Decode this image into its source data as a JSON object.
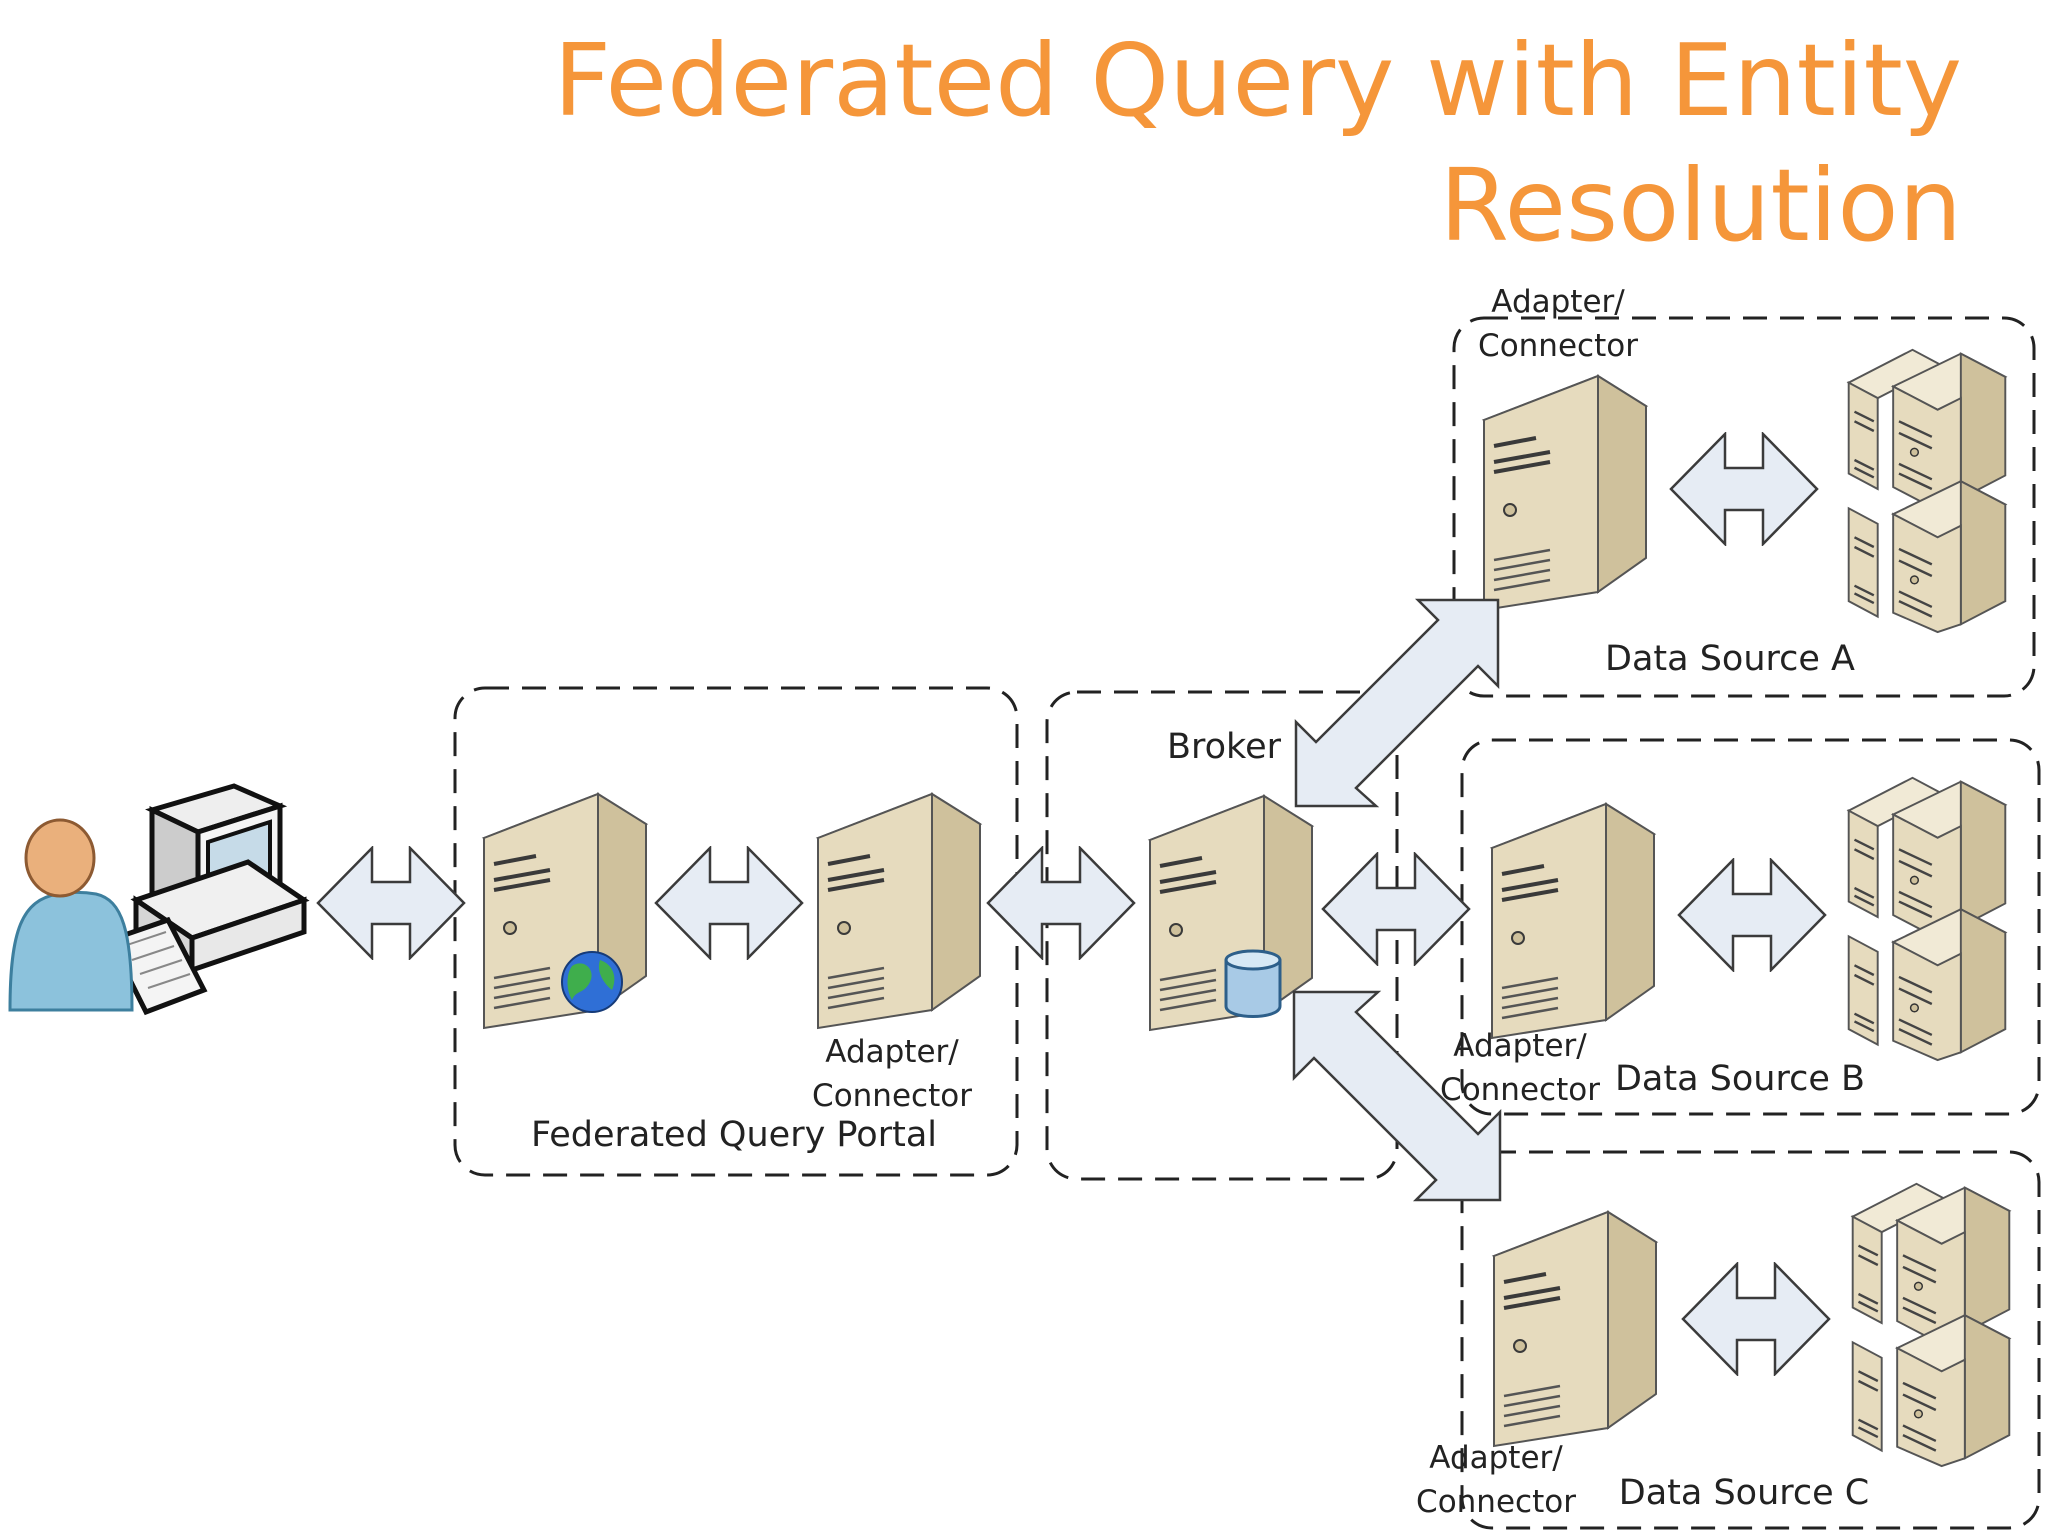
{
  "title": {
    "line1": "Federated Query with Entity",
    "line2": "Resolution",
    "color": "#f5963a"
  },
  "portal": {
    "label": "Federated Query Portal",
    "adapter_line1": "Adapter/",
    "adapter_line2": "Connector"
  },
  "broker": {
    "label": "Broker"
  },
  "source_a": {
    "label": "Data Source A",
    "adapter_line1": "Adapter/",
    "adapter_line2": "Connector"
  },
  "source_b": {
    "label": "Data Source B",
    "adapter_line1": "Adapter/",
    "adapter_line2": "Connector"
  },
  "source_c": {
    "label": "Data Source C",
    "adapter_line1": "Adapter/",
    "adapter_line2": "Connector"
  },
  "icons": {
    "user": "user-icon",
    "computer": "desktop-computer-icon",
    "server": "server-tower-icon",
    "globe": "globe-icon",
    "database": "database-cylinder-icon",
    "server_cluster": "server-cluster-icon",
    "arrow": "double-arrow-icon"
  },
  "colors": {
    "server_face": "#e7dcc0",
    "server_side": "#cfc19c",
    "arrow_fill": "#e6ecf4",
    "person_shirt": "#8cc2dc",
    "person_head": "#eab07c"
  }
}
